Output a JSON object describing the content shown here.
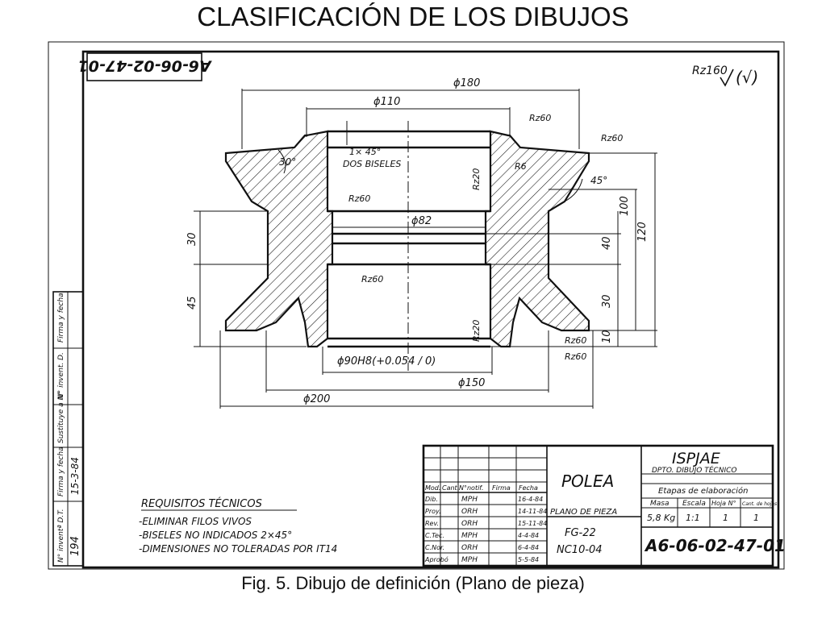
{
  "slide_title": "CLASIFICACIÓN DE LOS DIBUJOS",
  "caption": "Fig. 5. Dibujo de definición (Plano de pieza)",
  "drawing": {
    "code_rotated": "A6-06-02-47-01",
    "roughness_general": "Rz160",
    "roughness_check": "(√)",
    "dims": {
      "d180": "ϕ180",
      "d110": "ϕ110",
      "d82": "ϕ82",
      "d90": "ϕ90H8(+0.054 / 0)",
      "d150": "ϕ150",
      "d200": "ϕ200",
      "v100": "100",
      "v120": "120",
      "v40": "40",
      "v30r": "30",
      "v10": "10",
      "v30l": "30",
      "v45l": "45",
      "angle30": "30°",
      "angle45": "45°"
    },
    "notes": {
      "chamfer": "1× 45°",
      "chamfer_both": "DOS BISELES",
      "rz60_a": "Rz60",
      "rz60_b": "Rz60",
      "rz60_c": "Rz60",
      "rz60_d": "Rz60",
      "rz60_e": "Rz60",
      "rz60_f": "Rz60",
      "rz20_a": "Rz20",
      "rz20_b": "Rz20",
      "r6": "R6"
    },
    "requirements": {
      "title": "REQUISITOS TÉCNICOS",
      "items": [
        "-ELIMINAR FILOS VIVOS",
        "-BISELES NO INDICADOS 2×45°",
        "-DIMENSIONES NO TOLERADAS POR IT14"
      ]
    },
    "left_strip": {
      "labels": [
        "N° inventª D.T.",
        "Firma y fecha",
        "Sustituye a N°",
        "N° invent. D.",
        "Firma y fecha"
      ],
      "values": [
        "194",
        "15-3-84"
      ]
    },
    "title_block": {
      "part_name": "POLEA",
      "doc_type": "PLANO DE PIEZA",
      "ref1": "FG-22",
      "ref2": "NC10-04",
      "institution": "ISPJAE",
      "department": "DPTO. DIBUJO TÉCNICO",
      "stage_label": "Etapas de elaboración",
      "col_heads": [
        "Masa",
        "Escala",
        "Hoja N°",
        "Cant. de hojas"
      ],
      "mass": "5,8 Kg",
      "scale": "1:1",
      "sheet": "1",
      "sheets": "1",
      "drawing_code": "A6-06-02-47-01",
      "head_row": [
        "Mod.",
        "Cant.",
        "N°notif.",
        "Firma",
        "Fecha"
      ],
      "rows": [
        {
          "role": "Dib.",
          "name": "MPH",
          "date": "16-4-84"
        },
        {
          "role": "Proy.",
          "name": "ORH",
          "date": "14-11-84"
        },
        {
          "role": "Rev.",
          "name": "ORH",
          "date": "15-11-84"
        },
        {
          "role": "C.Tec.",
          "name": "MPH",
          "date": "4-4-84"
        },
        {
          "role": "C.Nor.",
          "name": "ORH",
          "date": "6-4-84"
        },
        {
          "role": "Aprobó",
          "name": "MPH",
          "date": "5-5-84"
        }
      ]
    }
  }
}
